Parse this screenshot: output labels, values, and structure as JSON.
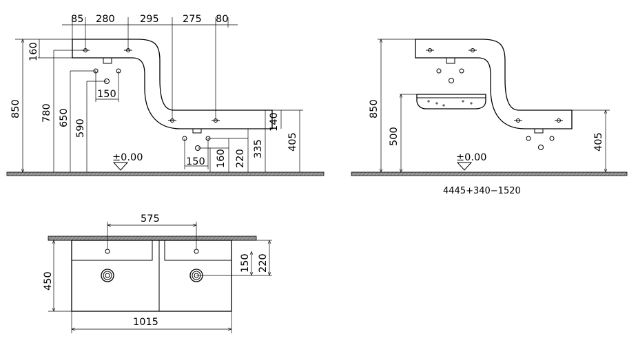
{
  "colors": {
    "ink": "#000000",
    "floor": "#8a8a8a",
    "paper": "#ffffff"
  },
  "left_view": {
    "top_dims": [
      "85",
      "280",
      "295",
      "275",
      "80"
    ],
    "left_dims": [
      "160",
      "850",
      "780",
      "650",
      "590"
    ],
    "bottom_dims": [
      "150",
      "150",
      "160",
      "220",
      "335"
    ],
    "right_dims": [
      "140",
      "405"
    ],
    "floor_label": "±0.00"
  },
  "right_view": {
    "left_dims": [
      "850",
      "500"
    ],
    "right_dim": "405",
    "floor_label": "±0.00",
    "caption": "4445+340−1520"
  },
  "plan_view": {
    "top_dim": "575",
    "left_dim": "450",
    "right_dims": [
      "150",
      "220"
    ],
    "bottom_dim": "1015"
  }
}
